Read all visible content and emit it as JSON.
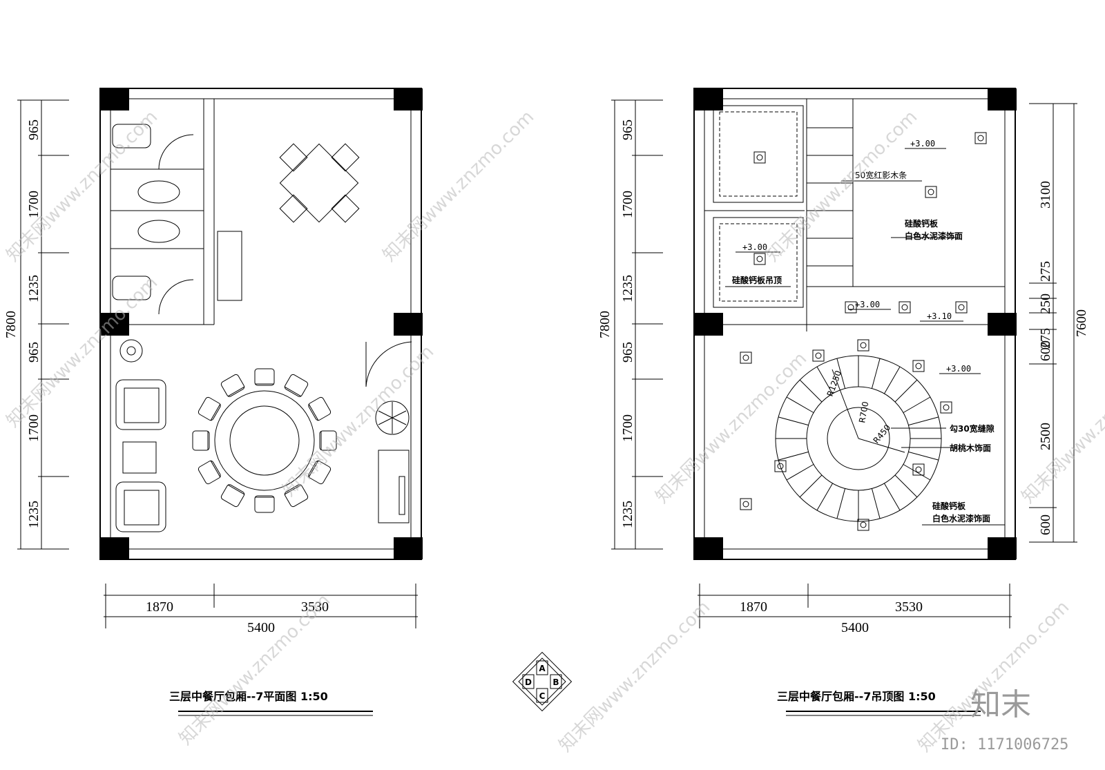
{
  "plan": {
    "caption": "三层中餐厅包厢--7平面图 1:50",
    "left_dims": [
      "965",
      "1700",
      "1235",
      "965",
      "1700",
      "1235"
    ],
    "left_total": "7800",
    "bottom_dims": [
      "1870",
      "3530"
    ],
    "bottom_total": "5400"
  },
  "ceiling": {
    "caption": "三层中餐厅包厢--7吊顶图 1:50",
    "left_dims": [
      "965",
      "1700",
      "1235",
      "965",
      "1700",
      "1235"
    ],
    "left_total": "7800",
    "right_dims": [
      "3100",
      "275",
      "250",
      "275",
      "600",
      "2500",
      "600"
    ],
    "right_total": "7600",
    "bottom_dims": [
      "1870",
      "3530"
    ],
    "bottom_total": "5400",
    "levels": [
      "+3.00",
      "+3.00",
      "+3.00",
      "+3.10",
      "+3.00"
    ],
    "notes": {
      "strip": "50宽红影木条",
      "board1_a": "硅酸钙板",
      "board1_b": "白色水泥漆饰面",
      "ceiling_left": "硅酸钙板吊顶",
      "groove": "勾30宽缝隙",
      "walnut": "胡桃木饰面",
      "board2_a": "硅酸钙板",
      "board2_b": "白色水泥漆饰面"
    },
    "radii": [
      "R1250",
      "R700",
      "R450"
    ]
  },
  "compass": [
    "A",
    "B",
    "C",
    "D"
  ],
  "watermark": {
    "text": "知末网www.znzmo.com",
    "brand": "知末",
    "id": "ID: 1171006725"
  }
}
